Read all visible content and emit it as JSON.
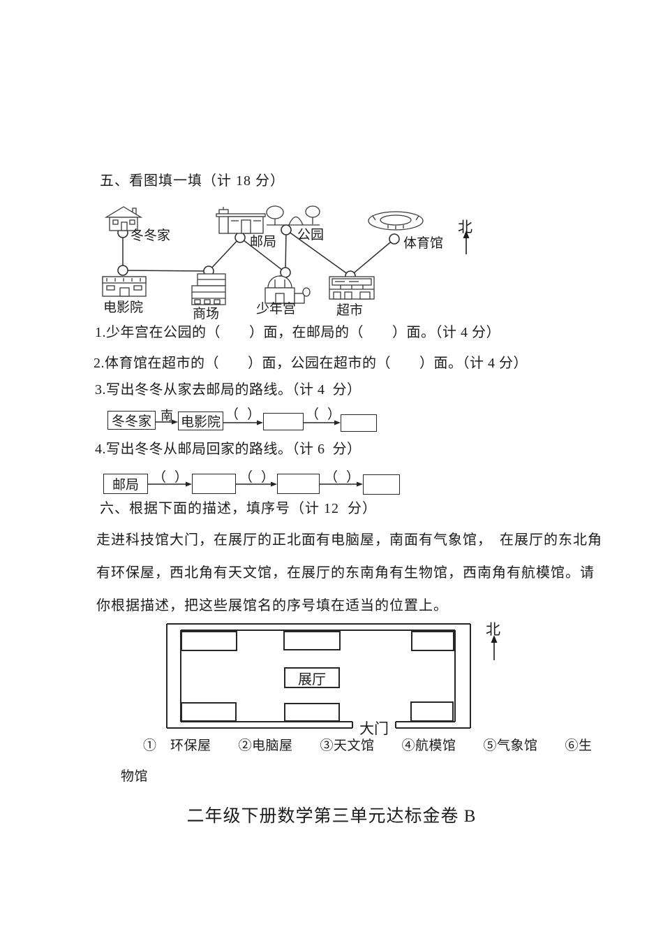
{
  "blanks": {
    "open": "（",
    "close": "）"
  },
  "section5": {
    "title": "五、看图填一填（计 18 分）",
    "map": {
      "north": "北",
      "labels": {
        "home": "冬冬家",
        "post": "邮局",
        "park": "公园",
        "gym": "体育馆",
        "cinema": "电影院",
        "mall": "商场",
        "youth": "少年宫",
        "market": "超市"
      }
    },
    "q1": "1.少年宫在公园的（　　）面，在邮局的（　　）面。（计 4 分）",
    "q2": "2.体育馆在超市的（　　）面，公园在超市的（　　）面。（计 4 分）",
    "q3": "3.写出冬冬从家去邮局的路线。（计 4  分）",
    "q4": "4.写出冬冬从邮局回家的路线。（计 6  分）",
    "route_home_to_post": {
      "stop1": "冬冬家",
      "arrow1": "南",
      "stop2": "电影院",
      "stop3": "",
      "stop4": ""
    },
    "route_post_to_home": {
      "stop1": "邮局",
      "stop2": "",
      "stop3": "",
      "stop4": ""
    }
  },
  "section6": {
    "title": "六、根据下面的描述，填序号（计 12  分）",
    "para_line1": "走进科技馆大门，在展厅的正北面有电脑屋，南面有气象馆，　在展厅的东北角",
    "para_line2": "有环保屋，西北角有天文馆，在展厅的东南角有生物馆，西南角有航模馆。请",
    "para_line3": "你根据描述，把这些展馆名的序号填在适当的位置上。",
    "hall": {
      "center": "展厅",
      "gate": "大门",
      "north": "北"
    },
    "legend_line1": "①　环保屋　　②电脑屋　　③天文馆　　④航模馆　　⑤气象馆　　⑥生",
    "legend_line2": "物馆"
  },
  "footer": {
    "title": "二年级下册数学第三单元达标金卷 B"
  }
}
